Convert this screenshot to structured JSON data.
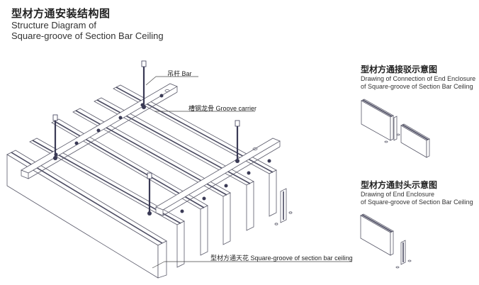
{
  "main_title": {
    "cn": "型材方通安装结构图",
    "en_line1": "Structure Diagram of",
    "en_line2": "Square-groove of Section Bar Ceiling"
  },
  "labels": {
    "bar": "吊杆  Bar",
    "groove_carrier": "槽钢龙骨  Groove carrier",
    "ceiling": "型材方通天花  Square-groove of section bar ceiling"
  },
  "connection_drawing": {
    "cn": "型材方通接驳示意图",
    "en_line1": "Drawing of Connection of End Enclosure",
    "en_line2": "of Square-groove of Section Bar Ceiling"
  },
  "end_enclosure_drawing": {
    "cn": "型材方通封头示意图",
    "en_line1": "Drawing of End Enclosure",
    "en_line2": "of Square-groove of Section Bar Ceiling"
  },
  "components": [
    {
      "name": "Bar",
      "icon": "hanger-rod-icon"
    },
    {
      "name": "Groove carrier",
      "icon": "channel-carrier-icon"
    },
    {
      "name": "Square-groove of section bar ceiling",
      "icon": "square-tube-icon"
    }
  ]
}
